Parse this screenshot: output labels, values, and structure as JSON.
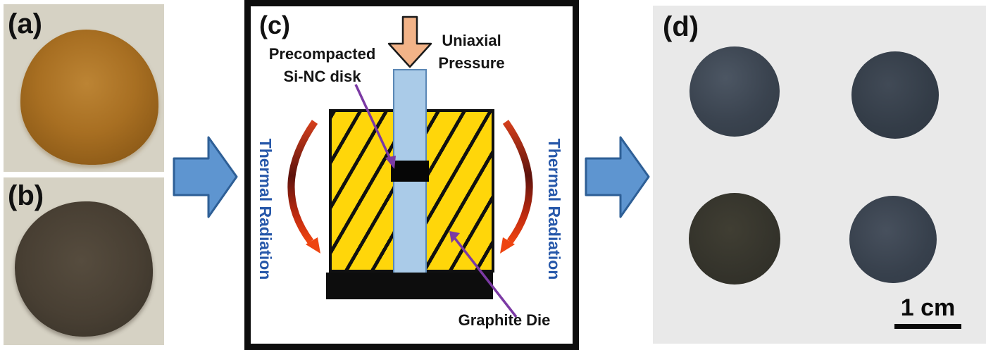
{
  "panels": {
    "a": {
      "label": "(a)"
    },
    "b": {
      "label": "(b)"
    },
    "c": {
      "label": "(c)",
      "si_disk_line1": "Precompacted",
      "si_disk_line2": "Si-NC disk",
      "pressure_line1": "Uniaxial",
      "pressure_line2": "Pressure",
      "thermal_left": "Thermal Radiation",
      "thermal_right": "Thermal Radiation",
      "die_label": "Graphite Die"
    },
    "d": {
      "label": "(d)",
      "scale_label": "1 cm"
    }
  },
  "colors": {
    "flow_arrow_fill": "#5e95d0",
    "flow_arrow_border": "#2e5f96",
    "pressure_arrow_fill": "#f2b388",
    "die_yellow": "#ffd60a",
    "punch_blue": "#aacbe8",
    "si_disk_black": "#060606",
    "thermal_text_blue": "#2657a9",
    "thermal_arrow_red": "#d43f1c",
    "annotation_purple": "#7b3aa4",
    "powder_a_brown": "#a86f22",
    "powder_b_gray": "#483f33",
    "photo_bg_beige": "#d6d2c4",
    "panel_d_bg_gray": "#e9e9e9",
    "disk_blue_gray": "#3a434f"
  }
}
